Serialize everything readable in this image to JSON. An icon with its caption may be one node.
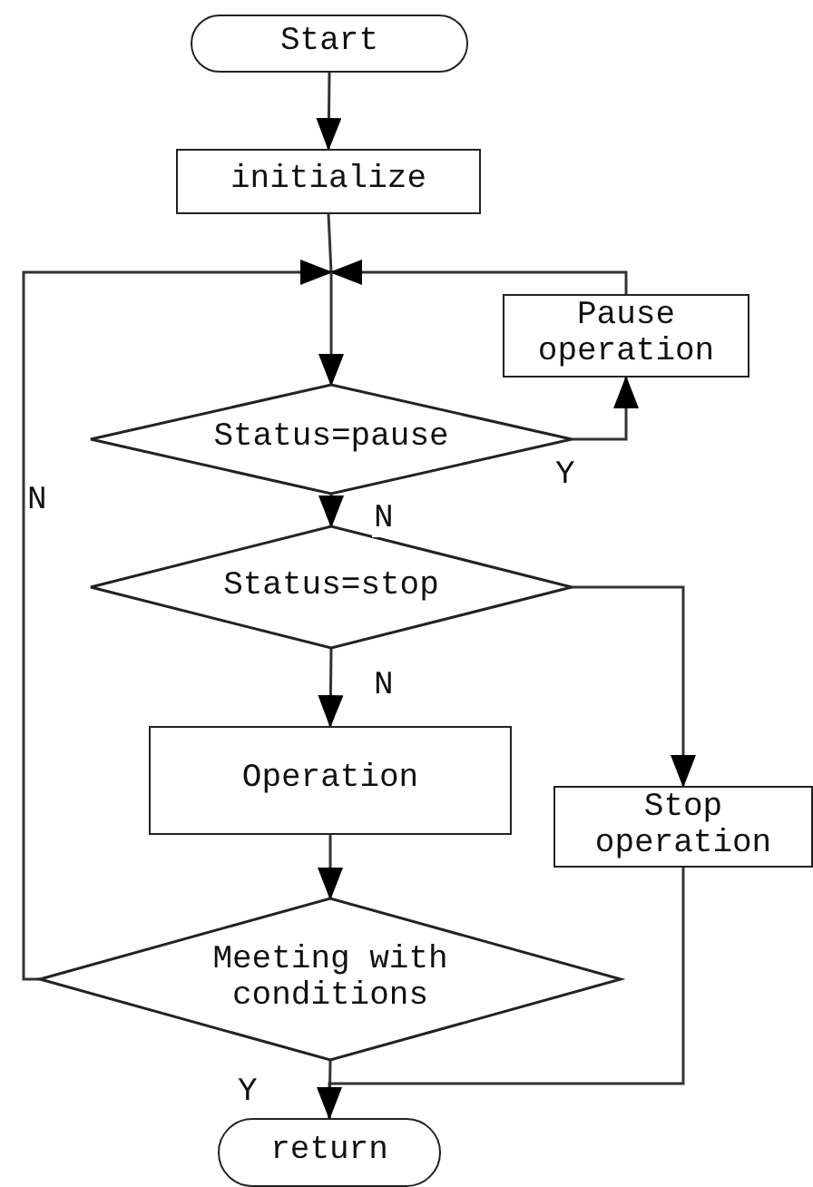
{
  "diagram": {
    "nodes": [
      {
        "text": [
          "Start"
        ]
      },
      {
        "text": [
          "initialize"
        ]
      },
      {
        "text": [
          "Status=pause"
        ]
      },
      {
        "text": [
          "Pause operation"
        ]
      },
      {
        "text": [
          "Status=stop"
        ]
      },
      {
        "text": [
          "Operation"
        ]
      },
      {
        "text": [
          "Stop operation"
        ]
      },
      {
        "text": [
          "Meeting with conditions"
        ]
      },
      {
        "text": [
          "return"
        ]
      }
    ],
    "edges": [
      {
        "from": 0,
        "to": 1,
        "arrow": "to"
      },
      {
        "from": 1,
        "to": 2,
        "arrow": "to"
      },
      {
        "from": 2,
        "to": 3,
        "arrow": "to",
        "label": "Y"
      },
      {
        "from": 3,
        "to": 2,
        "arrow": "to"
      },
      {
        "from": 2,
        "to": 4,
        "arrow": "to",
        "label": "N"
      },
      {
        "from": 4,
        "to": 5,
        "arrow": "to",
        "label": "N"
      },
      {
        "from": 4,
        "to": 6,
        "arrow": "to"
      },
      {
        "from": 7,
        "to": 2,
        "arrow": "to",
        "label": "N"
      },
      {
        "from": 5,
        "to": 7,
        "arrow": "to"
      },
      {
        "from": 7,
        "to": 8,
        "arrow": "none",
        "label": "Y"
      },
      {
        "from": 6,
        "to": 8,
        "arrow": "to"
      }
    ]
  }
}
